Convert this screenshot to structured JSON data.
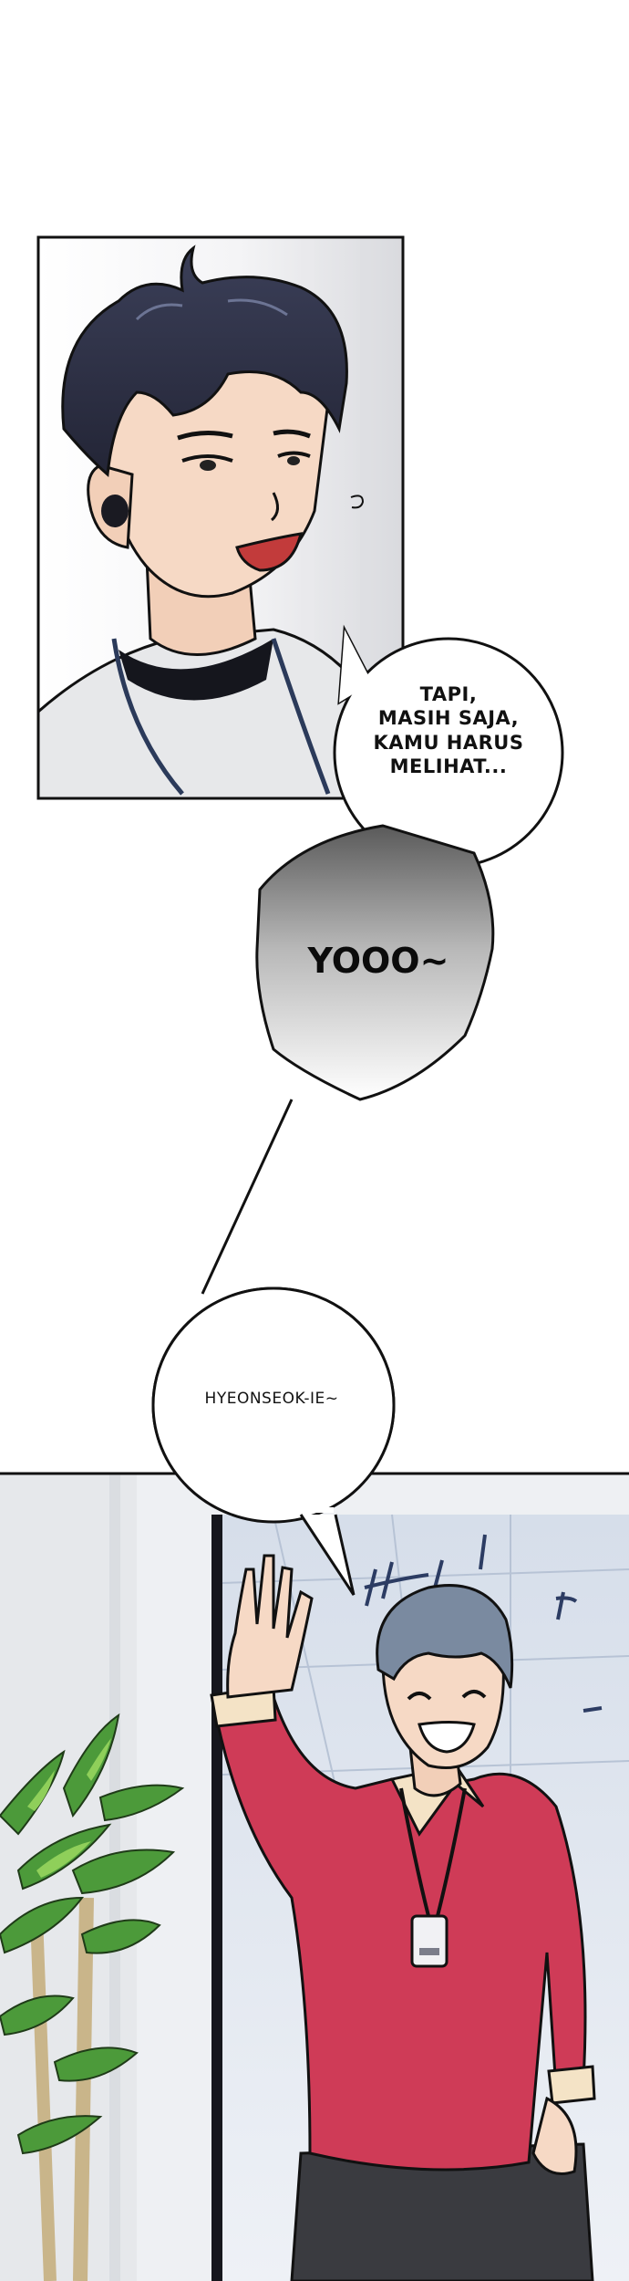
{
  "panels": [
    {
      "id": "panel-top",
      "character": "dark-haired man wearing earpiece and lanyard, smiling"
    },
    {
      "id": "panel-bottom",
      "character": "smiling man in red sweater waving, with potted plant"
    }
  ],
  "dialogue": {
    "bubble1": "TAPI,\nMASIH SAJA,\nKAMU HARUS\nMELIHAT...",
    "bubble2": "YOOO~",
    "bubble3": "HYEONSEOK-IE~"
  },
  "colors": {
    "outline": "#111111",
    "hair_dark": "#2d3045",
    "skin": "#f6d9c5",
    "sweater": "#cf3b57",
    "hair_grey": "#7a8aa0",
    "plant": "#4c9a3a",
    "wall": "#eef0f3",
    "ceiling": "#dbe3ef"
  }
}
